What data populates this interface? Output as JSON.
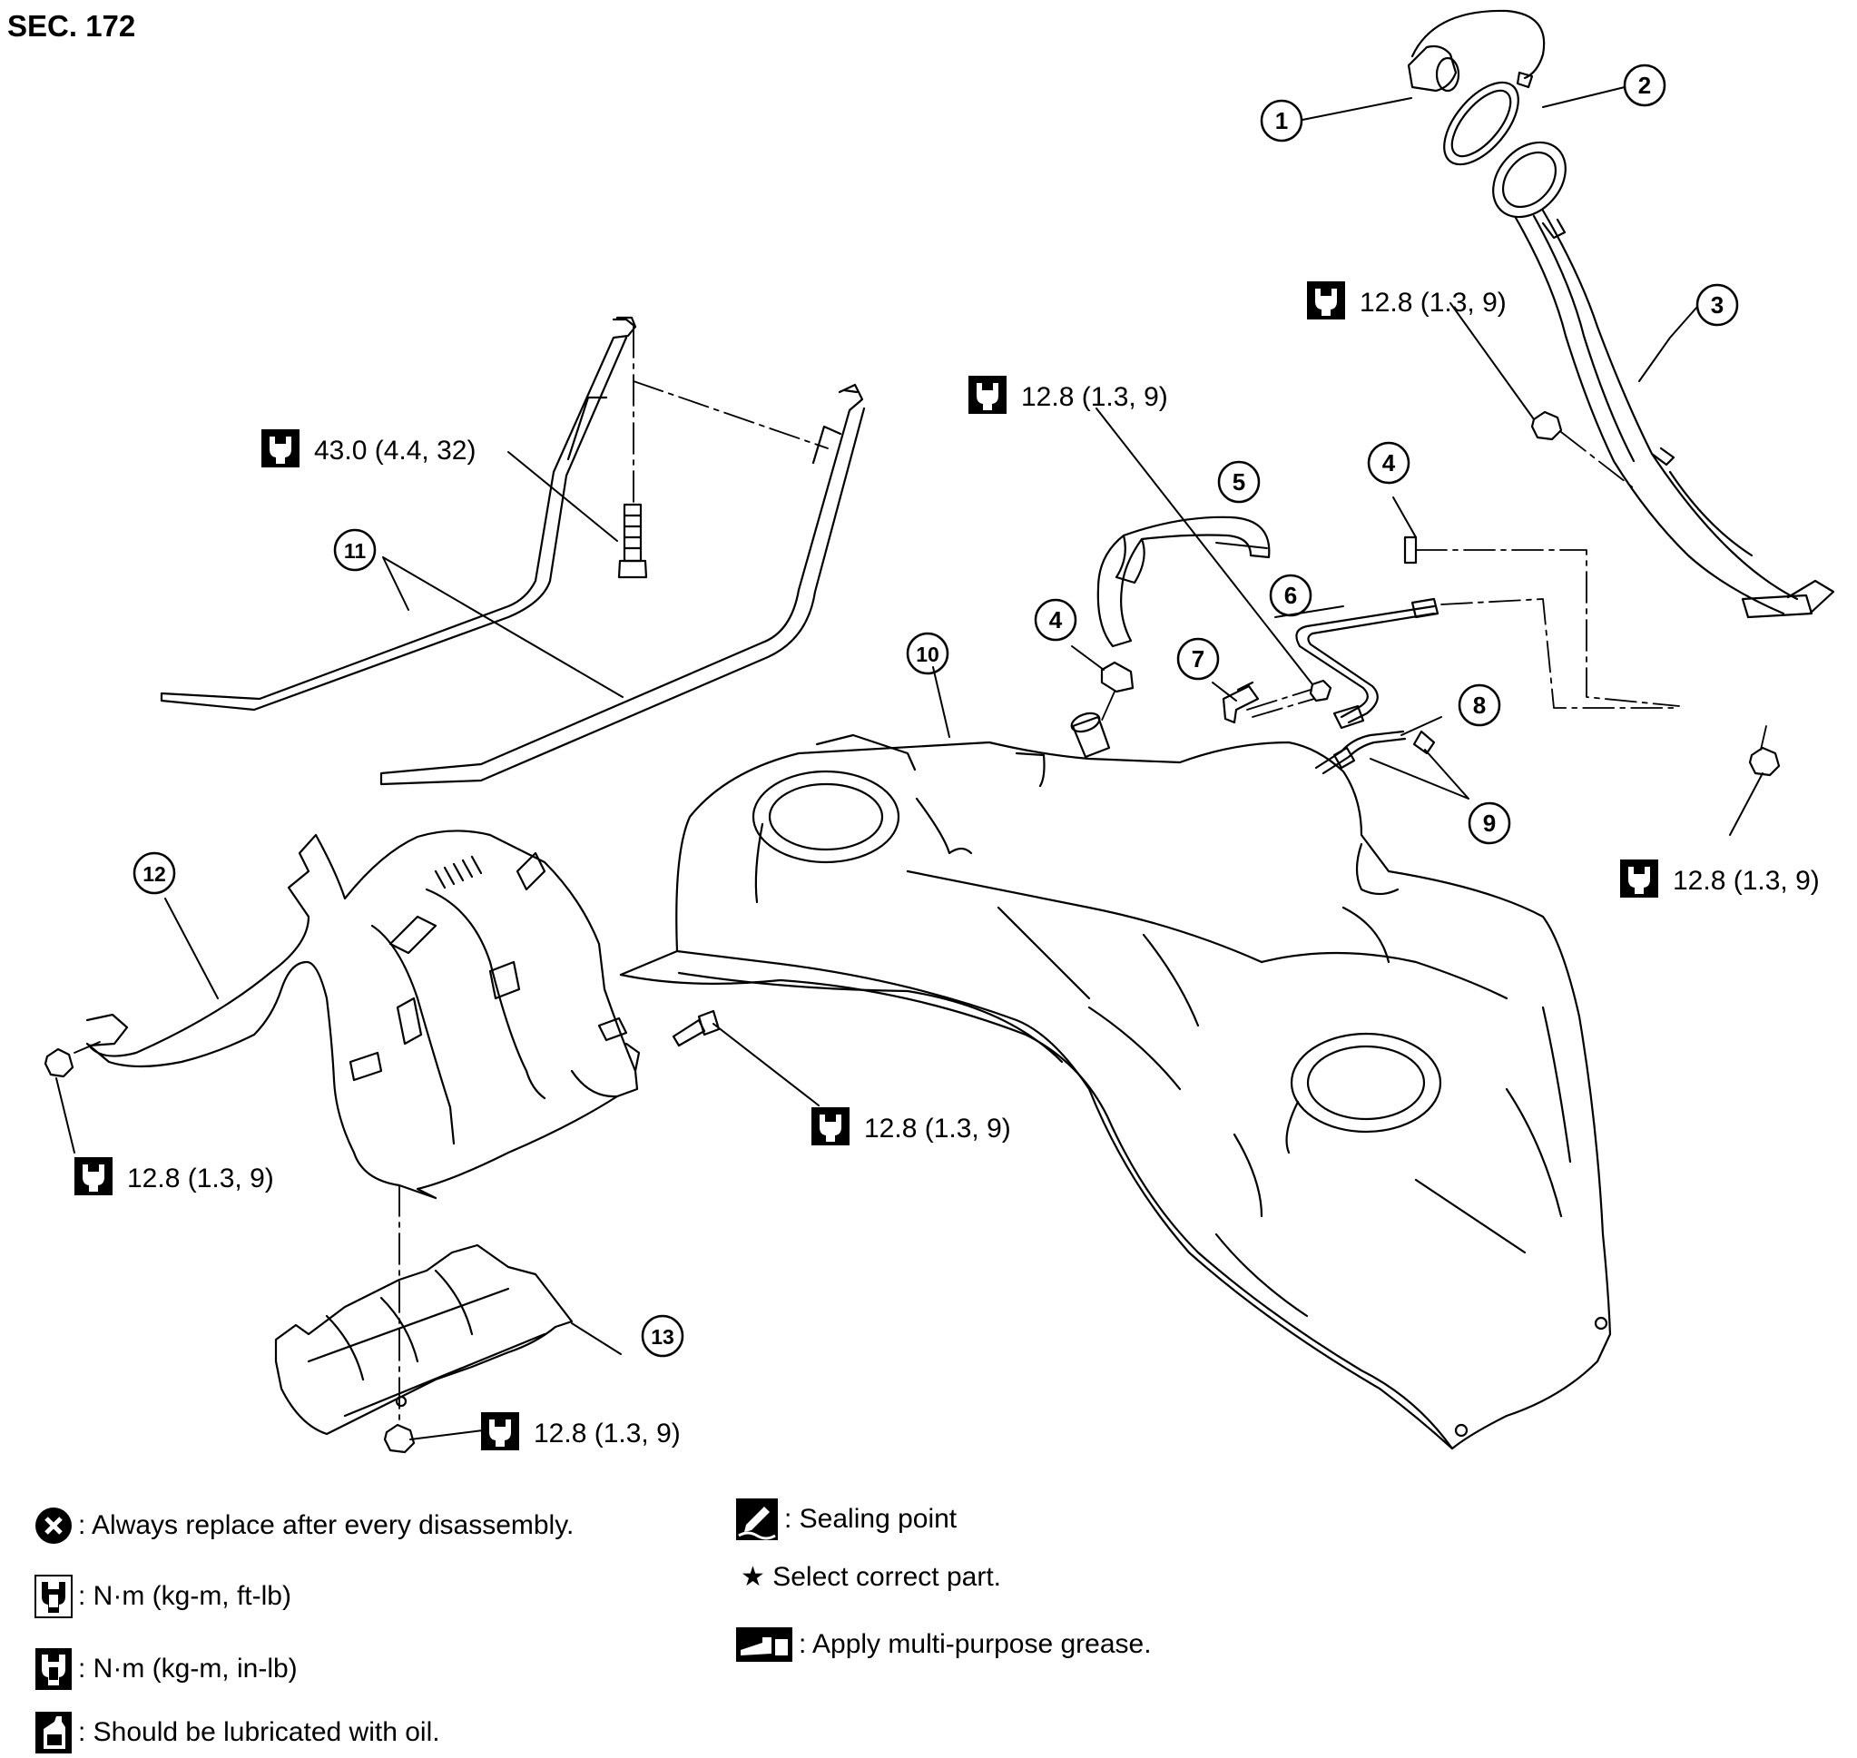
{
  "section_label": "SEC. 172",
  "torque_specs": {
    "filler_cap_bolt": "12.8 (1.3, 9)",
    "band_bolt": "43.0 (4.4, 32)",
    "clip_bolt": "12.8 (1.3, 9)",
    "filler_tube_nut": "12.8 (1.3, 9)",
    "heat_insulator_left_nut": "12.8 (1.3, 9)",
    "heat_insulator_bolt": "12.8 (1.3, 9)",
    "protector_nut": "12.8 (1.3, 9)"
  },
  "callouts": [
    "1",
    "2",
    "3",
    "4",
    "4",
    "5",
    "6",
    "7",
    "8",
    "9",
    "10",
    "11",
    "12",
    "13"
  ],
  "legend": {
    "replace": ": Always replace after every disassembly.",
    "torque_ftlb": ": N·m (kg-m, ft-lb)",
    "torque_inlb": ": N·m (kg-m, in-lb)",
    "lubricate": ": Should be lubricated with oil.",
    "sealing": ": Sealing point",
    "select": "★ Select correct part.",
    "grease": ": Apply multi-purpose grease."
  }
}
